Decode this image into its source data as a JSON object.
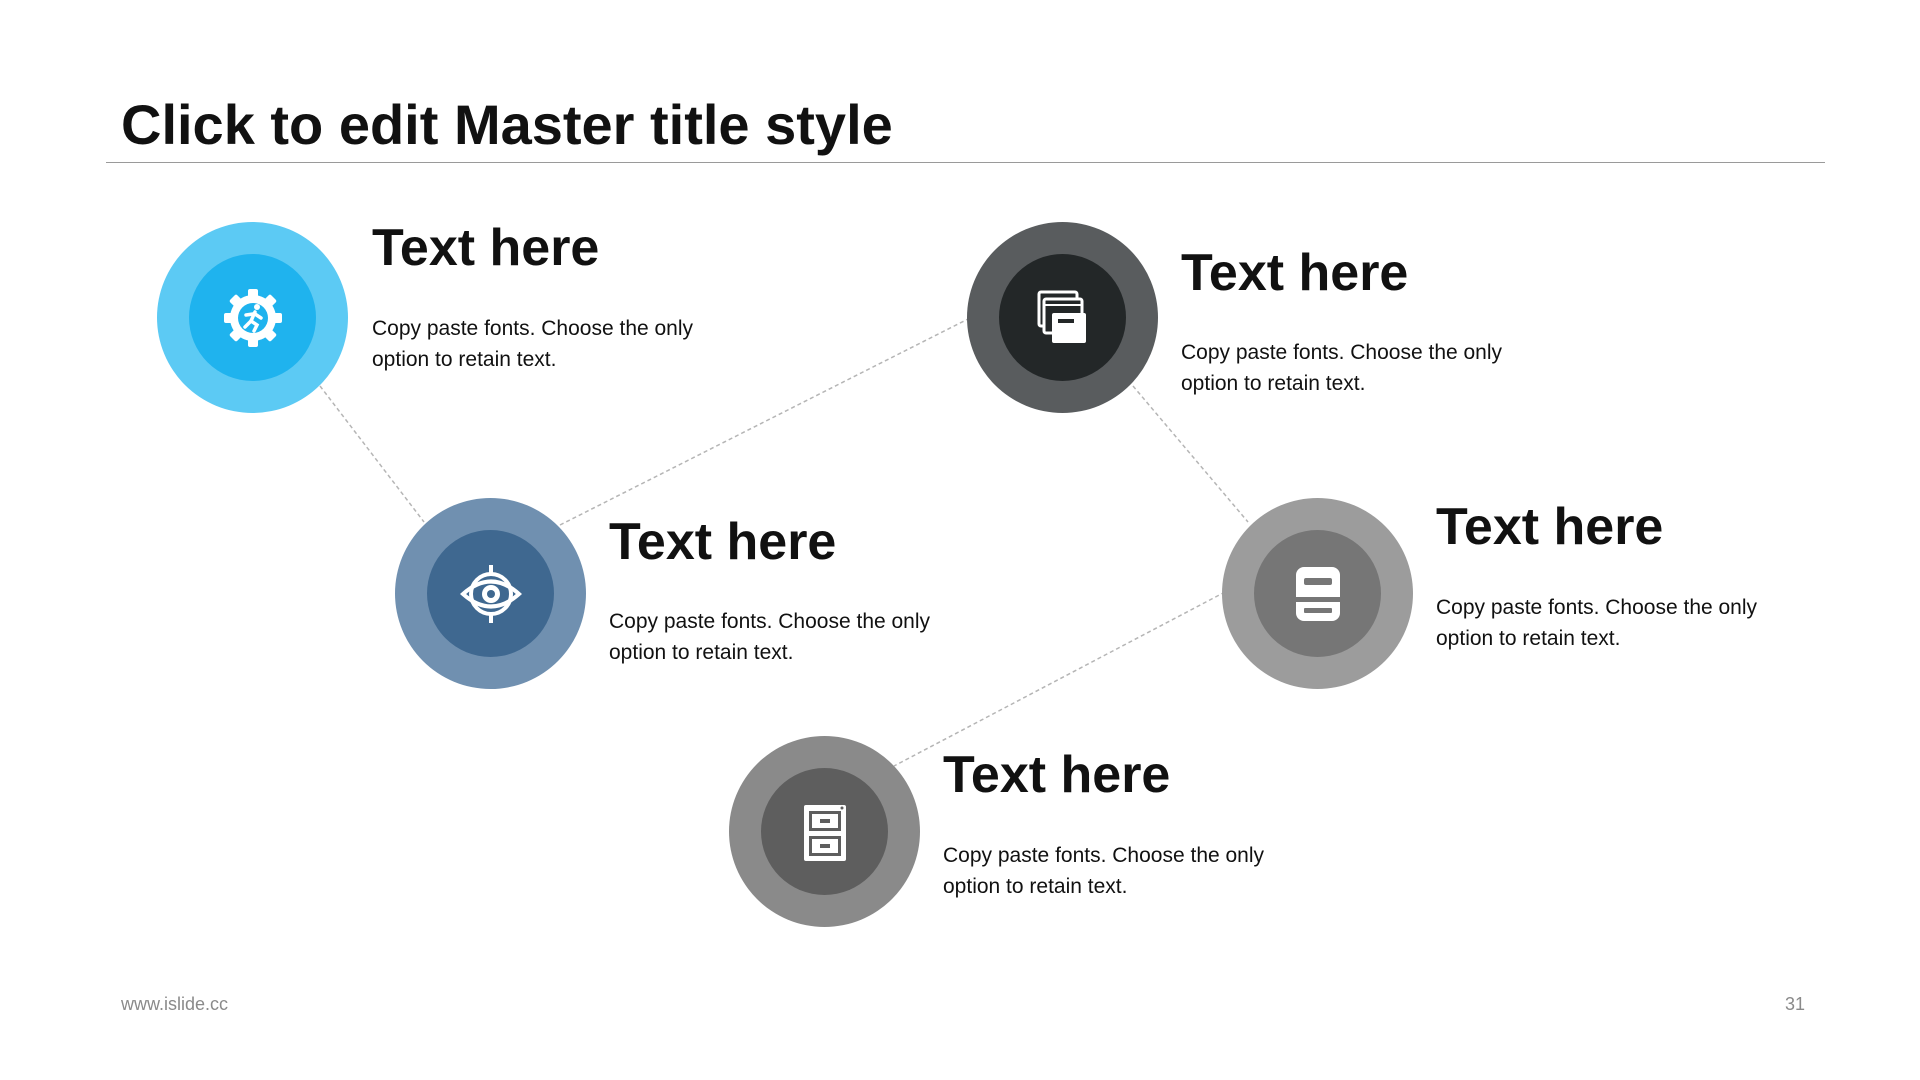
{
  "slide": {
    "title": "Click to edit Master title style",
    "footer_url": "www.islide.cc",
    "page_number": "31"
  },
  "items": [
    {
      "heading": "Text here",
      "desc_line1": "Copy paste fonts. Choose the only",
      "desc_line2": "option to retain text.",
      "icon": "gear-running-person-icon",
      "outer_color": "#5ccaf4",
      "inner_color": "#1fb3ee"
    },
    {
      "heading": "Text here",
      "desc_line1": "Copy paste fonts. Choose the only",
      "desc_line2": "option to retain text.",
      "icon": "eye-target-icon",
      "outer_color": "#7090b0",
      "inner_color": "#3f6890"
    },
    {
      "heading": "Text here",
      "desc_line1": "Copy paste fonts. Choose the only",
      "desc_line2": "option to retain text.",
      "icon": "folders-icon",
      "outer_color": "#595c5e",
      "inner_color": "#232728"
    },
    {
      "heading": "Text here",
      "desc_line1": "Copy paste fonts. Choose the only",
      "desc_line2": "option to retain text.",
      "icon": "printer-icon",
      "outer_color": "#9c9c9c",
      "inner_color": "#767676"
    },
    {
      "heading": "Text here",
      "desc_line1": "Copy paste fonts. Choose the only",
      "desc_line2": "option to retain text.",
      "icon": "filing-cabinet-icon",
      "outer_color": "#8a8a8a",
      "inner_color": "#5e5e5e"
    }
  ]
}
